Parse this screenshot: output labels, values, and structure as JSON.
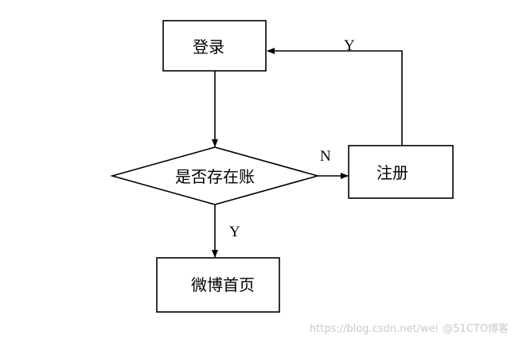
{
  "nodes": {
    "login": "登录",
    "has_account": "是否存在账",
    "register": "注册",
    "weibo_home": "微博首页"
  },
  "edges": {
    "register_to_login": "Y",
    "decision_to_register": "N",
    "decision_to_home": "Y"
  },
  "colors": {
    "stroke": "#000000",
    "background": "#ffffff",
    "watermark": "#c9c9c9"
  },
  "watermark": {
    "url": "https://blog.csdn.net/wei",
    "site": "@51CTO博客"
  }
}
